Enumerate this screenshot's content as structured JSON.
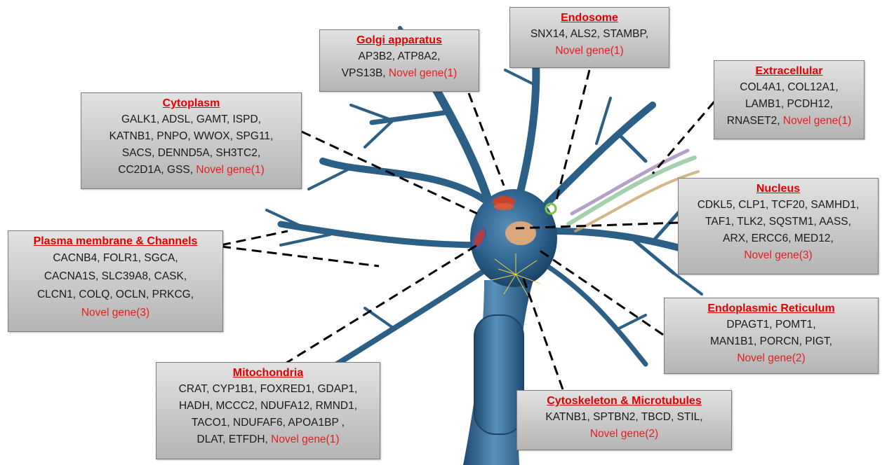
{
  "colors": {
    "title": "#e00000",
    "novel": "#e31e1e",
    "neuron": "#2c5f86",
    "box": "#c9c9c9"
  },
  "compartments": {
    "golgi": {
      "title": "Golgi apparatus",
      "lines": [
        [
          "AP3B2, ATP8A2,",
          ""
        ],
        [
          "VPS13B, ",
          "Novel gene(1)"
        ]
      ]
    },
    "endosome": {
      "title": "Endosome",
      "lines": [
        [
          "SNX14, ALS2, STAMBP,",
          ""
        ],
        [
          "",
          "Novel gene(1)"
        ]
      ]
    },
    "extracellular": {
      "title": "Extracellular",
      "lines": [
        [
          "COL4A1, COL12A1,",
          ""
        ],
        [
          "LAMB1, PCDH12,",
          ""
        ],
        [
          "RNASET2, ",
          "Novel gene(1)"
        ]
      ]
    },
    "cytoplasm": {
      "title": "Cytoplasm",
      "lines": [
        [
          "GALK1, ADSL, GAMT, ISPD,",
          ""
        ],
        [
          "KATNB1, PNPO, WWOX, SPG11,",
          ""
        ],
        [
          "SACS, DENND5A, SH3TC2,",
          ""
        ],
        [
          "CC2D1A, GSS, ",
          "Novel gene(1)"
        ]
      ]
    },
    "nucleus": {
      "title": "Nucleus",
      "lines": [
        [
          "CDKL5, CLP1, TCF20, SAMHD1,",
          ""
        ],
        [
          "TAF1, TLK2, SQSTM1, AASS,",
          ""
        ],
        [
          "ARX, ERCC6, MED12,",
          ""
        ],
        [
          "",
          "Novel gene(3)"
        ]
      ]
    },
    "plasma": {
      "title": "Plasma membrane & Channels",
      "lines": [
        [
          "CACNB4, FOLR1, SGCA,",
          ""
        ],
        [
          "CACNA1S, SLC39A8, CASK,",
          ""
        ],
        [
          "CLCN1, COLQ, OCLN, PRKCG,",
          ""
        ],
        [
          "",
          "Novel gene(3)"
        ]
      ]
    },
    "er": {
      "title": "Endoplasmic Reticulum",
      "lines": [
        [
          "DPAGT1, POMT1,",
          ""
        ],
        [
          "MAN1B1, PORCN, PIGT,",
          ""
        ],
        [
          "",
          "Novel gene(2)"
        ]
      ]
    },
    "mito": {
      "title": "Mitochondria",
      "lines": [
        [
          "CRAT, CYP1B1, FOXRED1, GDAP1,",
          ""
        ],
        [
          "HADH, MCCC2, NDUFA12, RMND1,",
          ""
        ],
        [
          "TACO1, NDUFAF6, APOA1BP ,",
          ""
        ],
        [
          "DLAT, ETFDH, ",
          "Novel gene(1)"
        ]
      ]
    },
    "cytoskeleton": {
      "title": "Cytoskeleton & Microtubules",
      "lines": [
        [
          "KATNB1, SPTBN2, TBCD, STIL,",
          ""
        ],
        [
          "",
          "Novel gene(2)"
        ]
      ]
    }
  }
}
